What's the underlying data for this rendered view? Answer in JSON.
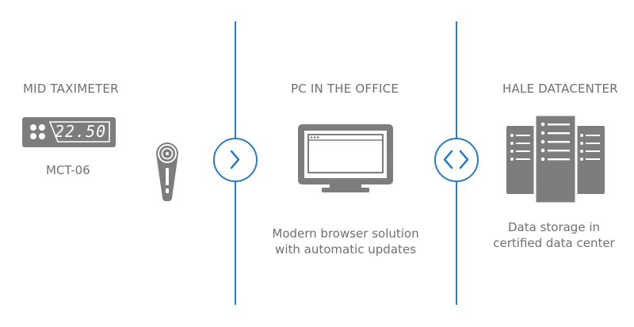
{
  "colors": {
    "accent": "#2e7bc0",
    "icon_gray": "#7d7d7d",
    "text_gray": "#707070"
  },
  "columns": [
    {
      "title": "MID TAXIMETER",
      "device_display": "22.50",
      "device_label": "MCT-06",
      "icon": "taximeter-icon"
    },
    {
      "title": "PC IN THE OFFICE",
      "caption_line1": "Modern browser solution",
      "caption_line2": "with automatic updates",
      "icon": "monitor-icon"
    },
    {
      "title": "HALE DATACENTER",
      "caption_line1": "Data storage in",
      "caption_line2": "certified data center",
      "icon": "server-rack-icon"
    }
  ],
  "connectors": [
    {
      "icon": "chevron-right-icon"
    },
    {
      "icon": "chevron-left-right-icon"
    }
  ],
  "extra_icons": [
    "ibutton-key-icon"
  ]
}
